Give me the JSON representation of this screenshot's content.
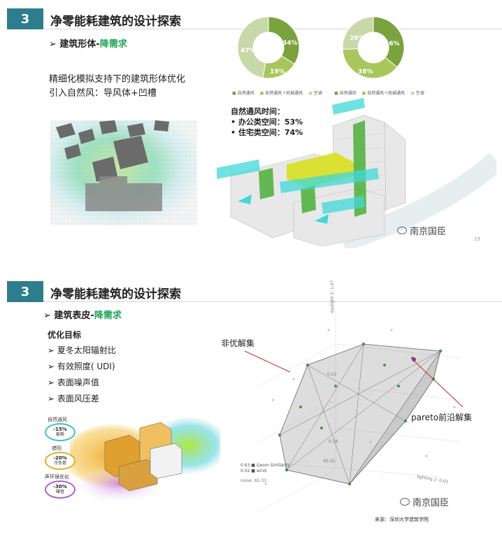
{
  "slide1": {
    "number": "3",
    "title": "净零能耗建筑的设计探索",
    "subtitle_prefix": "➢ 建筑形体-",
    "subtitle_accent": "降需求",
    "desc_line1": "精细化模拟支持下的建筑形体优化",
    "desc_line2": "引入自然风：导风体+凹槽",
    "donut_left": {
      "slices": [
        {
          "label": "34%",
          "value": 34,
          "color": "#7aa33e"
        },
        {
          "label": "19%",
          "value": 19,
          "color": "#a8c65c"
        },
        {
          "label": "47%",
          "value": 47,
          "color": "#c8d8a8"
        }
      ]
    },
    "donut_right": {
      "slices": [
        {
          "label": "36%",
          "value": 36,
          "color": "#7aa33e"
        },
        {
          "label": "38%",
          "value": 38,
          "color": "#a8c65c"
        },
        {
          "label": "26%",
          "value": 26,
          "color": "#c8d8a8"
        }
      ]
    },
    "legend": [
      "自然通风",
      "自然通风＋机械通风",
      "空调"
    ],
    "ventilation_title": "自然通风时间：",
    "ventilation_office": "•   办公类空间：53%",
    "ventilation_residential": "•   住宅类空间：74%",
    "watermark": "南京国臣",
    "page_no": "23"
  },
  "slide2": {
    "number": "3",
    "title": "净零能耗建筑的设计探索",
    "subtitle_prefix": "➢ 建筑表皮-",
    "subtitle_accent": "降需求",
    "goals_title": "优化目标",
    "goals": [
      "➢  夏冬太阳辐射比",
      "➢  有效照度( UDI)",
      "➢  表面噪声值",
      "➢  表面风压差"
    ],
    "badges": [
      {
        "label": "自然通风",
        "pct": "-15%",
        "sub": "能耗",
        "color": "#3fbfc9"
      },
      {
        "label": "遮阳",
        "pct": "-20%",
        "sub": "冷负荷",
        "color": "#e0b020"
      },
      {
        "label": "声环境优化",
        "pct": "-30%",
        "sub": "噪音",
        "color": "#b060c8"
      }
    ],
    "annot_nonopt": "非优解集",
    "annot_pareto": "pareto前沿解集",
    "axis_top": "daylight 2: 1.07",
    "axis_right": "lighting 2: 0.02",
    "axis_left": "noise: 65.33",
    "axis_mid": "0.22",
    "axis_mid2": "0.56",
    "axis_mid3": "40.22",
    "legend_geom": "Geom",
    "legend_similarity": "Similarity",
    "legend_wind": "wind",
    "legend_v1": "0.63",
    "legend_v2": "0.02",
    "source": "来源：深圳大学建筑学院",
    "watermark": "南京国臣"
  }
}
